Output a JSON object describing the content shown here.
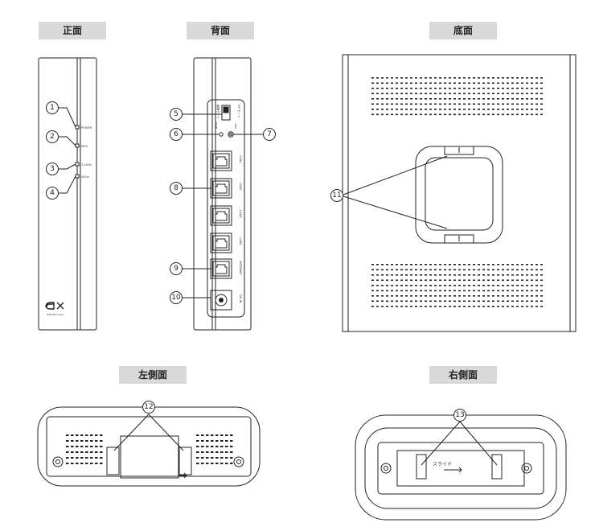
{
  "views": {
    "front": "正面",
    "back": "背面",
    "bottom": "底面",
    "left_side": "左側面",
    "right_side": "右側面"
  },
  "callouts": [
    "1",
    "2",
    "3",
    "4",
    "5",
    "6",
    "7",
    "8",
    "9",
    "10",
    "11",
    "12",
    "13"
  ],
  "front_leds": [
    "POWER",
    "WPS",
    "2.4GHz",
    "5GHz"
  ],
  "front_logo": "ax",
  "front_logo_sub": "WiFi 802.11ax",
  "back_switch": {
    "left": "親機モード",
    "right": "AP モード"
  },
  "back_reset": "RESET",
  "back_wps": "WPS",
  "back_ports": [
    "LAN1",
    "LAN2",
    "LAN3",
    "LAN4",
    "INTERNET"
  ],
  "back_power": "DC-IN",
  "right_side_label": "スライド",
  "colors": {
    "label_bg": "#d9d9d9",
    "line": "#222222"
  }
}
